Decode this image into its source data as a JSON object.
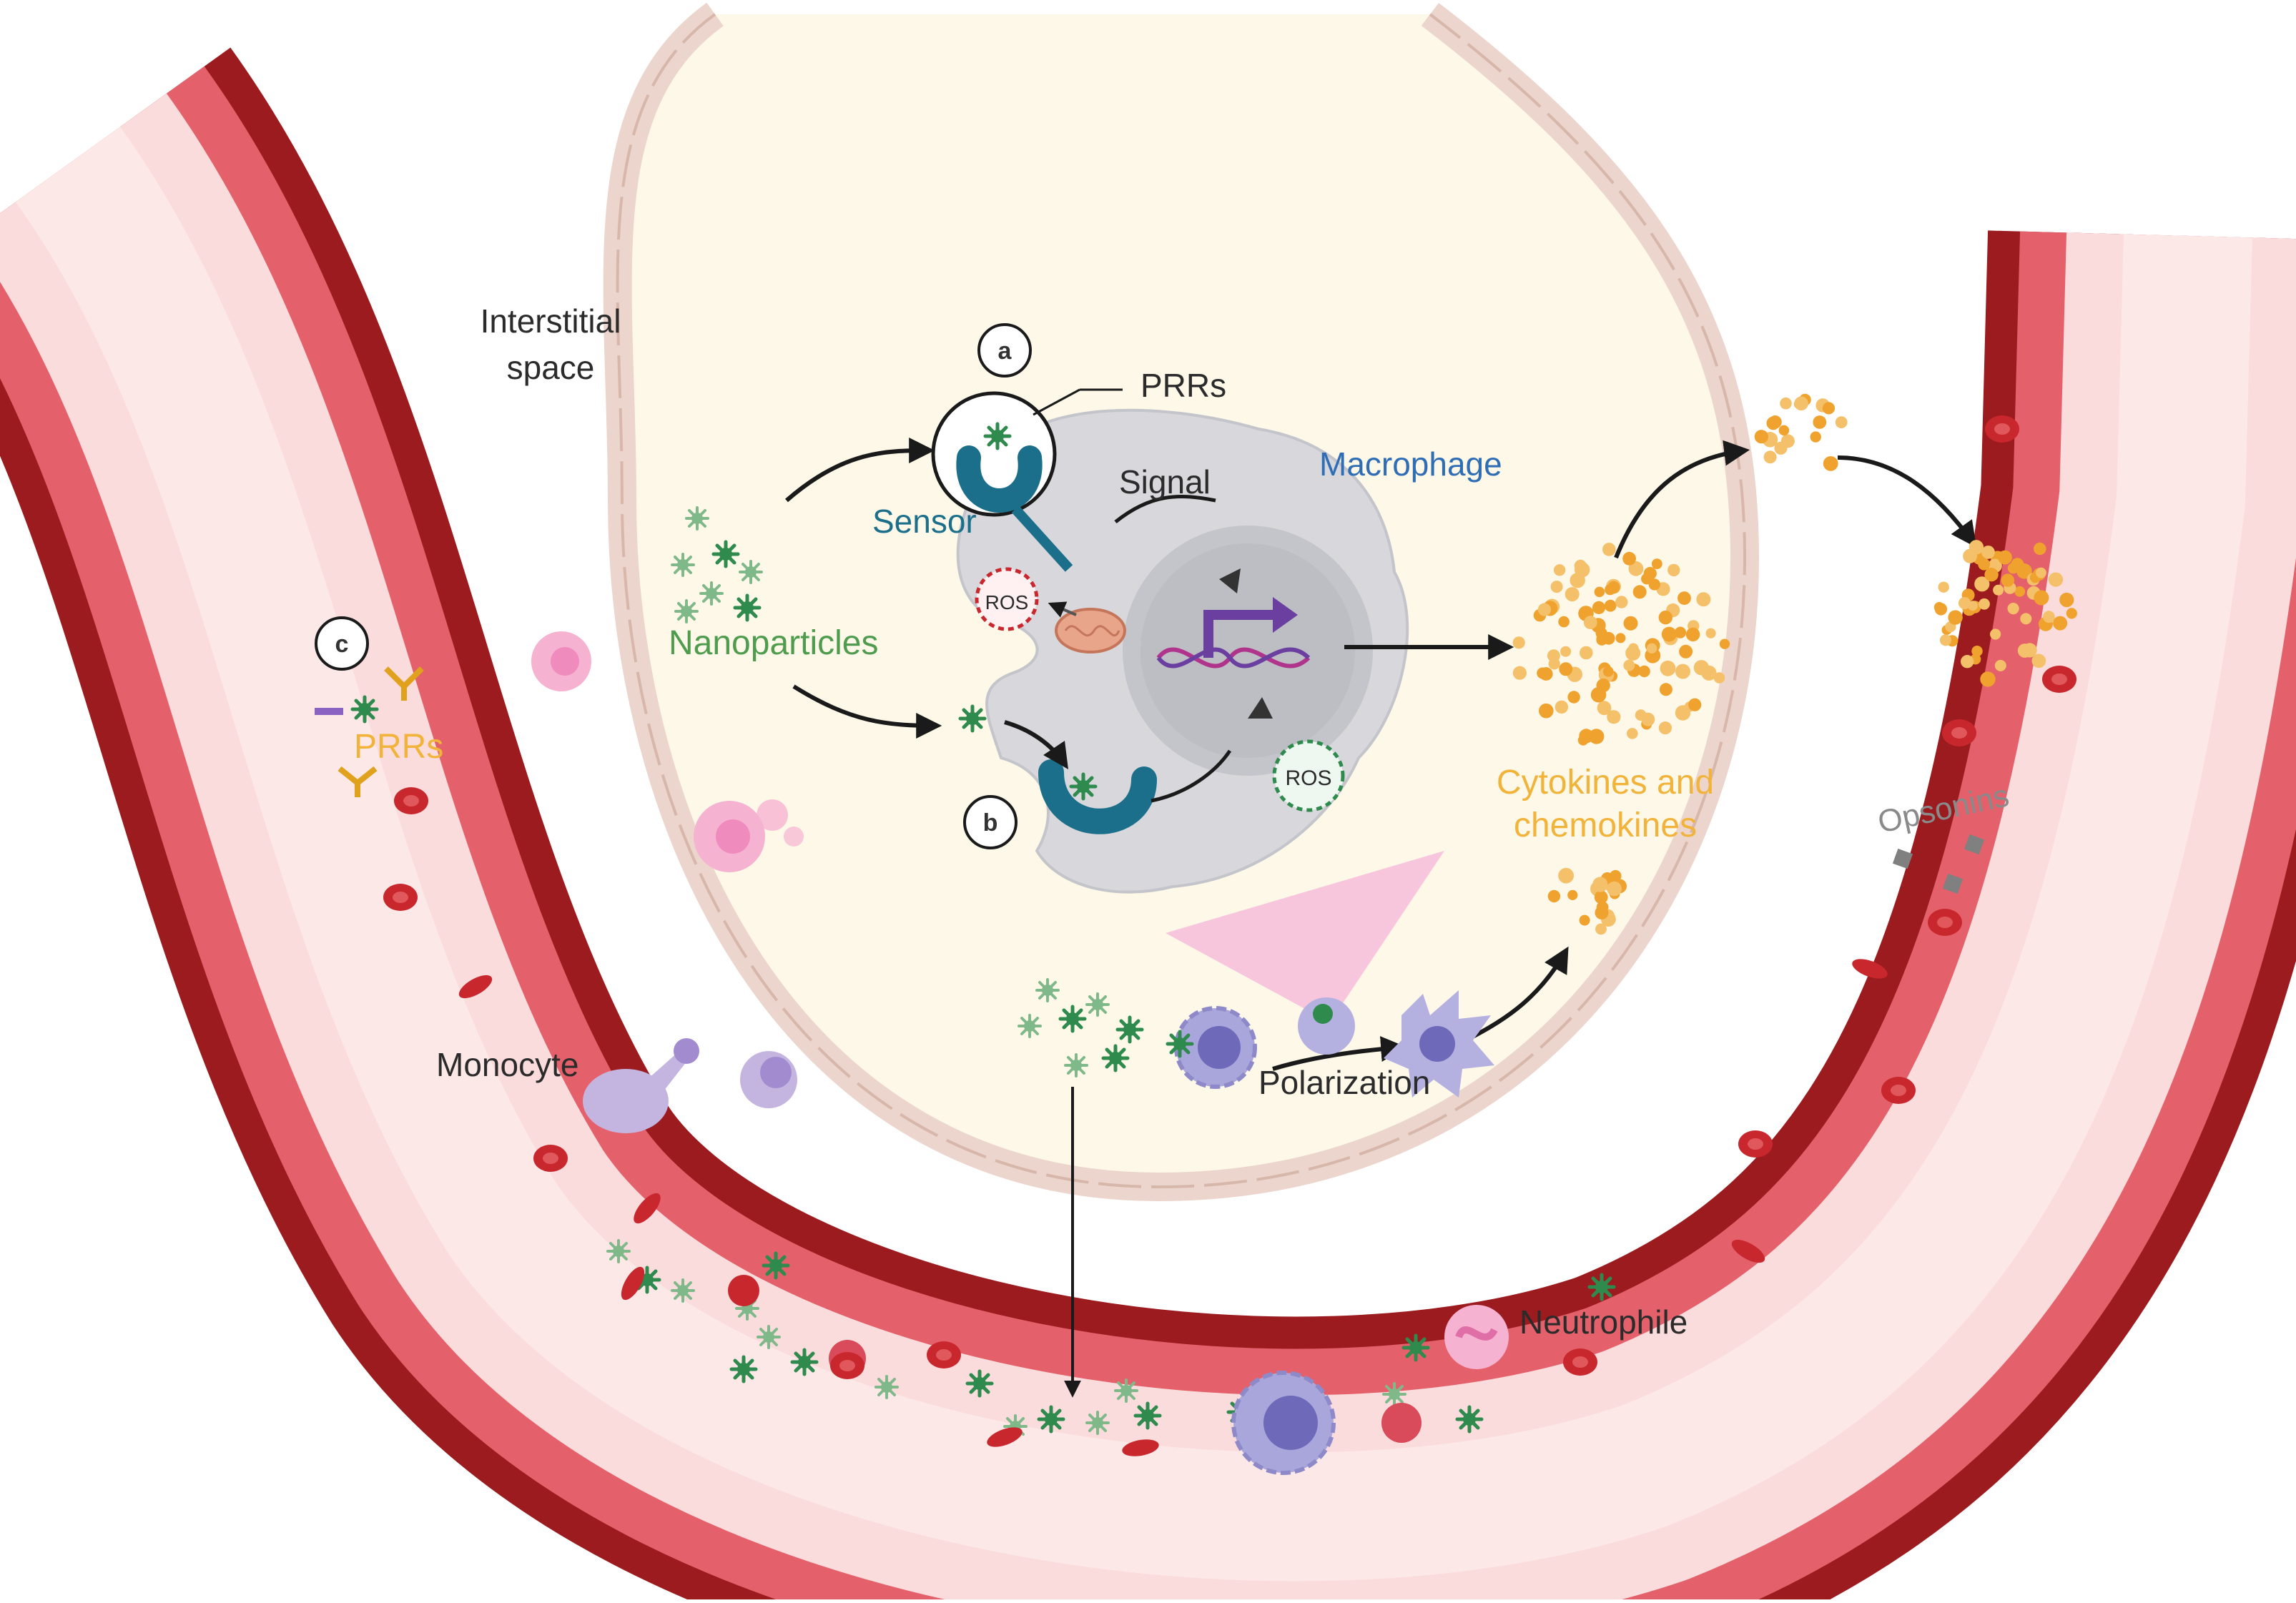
{
  "labels": {
    "interstitial_line1": "Interstitial",
    "interstitial_line2": "space",
    "prrs_top": "PRRs",
    "sensor": "Sensor",
    "signal": "Signal",
    "macrophage": "Macrophage",
    "nanoparticles": "Nanoparticles",
    "ros_1": "ROS",
    "ros_2": "ROS",
    "cytokines_line1": "Cytokines and",
    "cytokines_line2": "chemokines",
    "prrs_left": "PRRs",
    "opsonins": "Opsonins",
    "monocyte": "Monocyte",
    "polarization": "Polarization",
    "neutrophile": "Neutrophile",
    "marker_a": "a",
    "marker_b": "b",
    "marker_c": "c"
  },
  "colors": {
    "vessel_outer": "#9b1b1f",
    "vessel_wall": "#e4606a",
    "vessel_lumen": "#fbdcdc",
    "tissue_fill": "#fdf8e8",
    "tissue_cells": "#ecd5cc",
    "macrophage": "#d7d7dc",
    "nanoparticle": "#2f8a4e",
    "cytokine": "#f0a22e",
    "rbc": "#c8272d",
    "receptor": "#1c6f8a",
    "dna_arrow": "#6b3fa0"
  }
}
